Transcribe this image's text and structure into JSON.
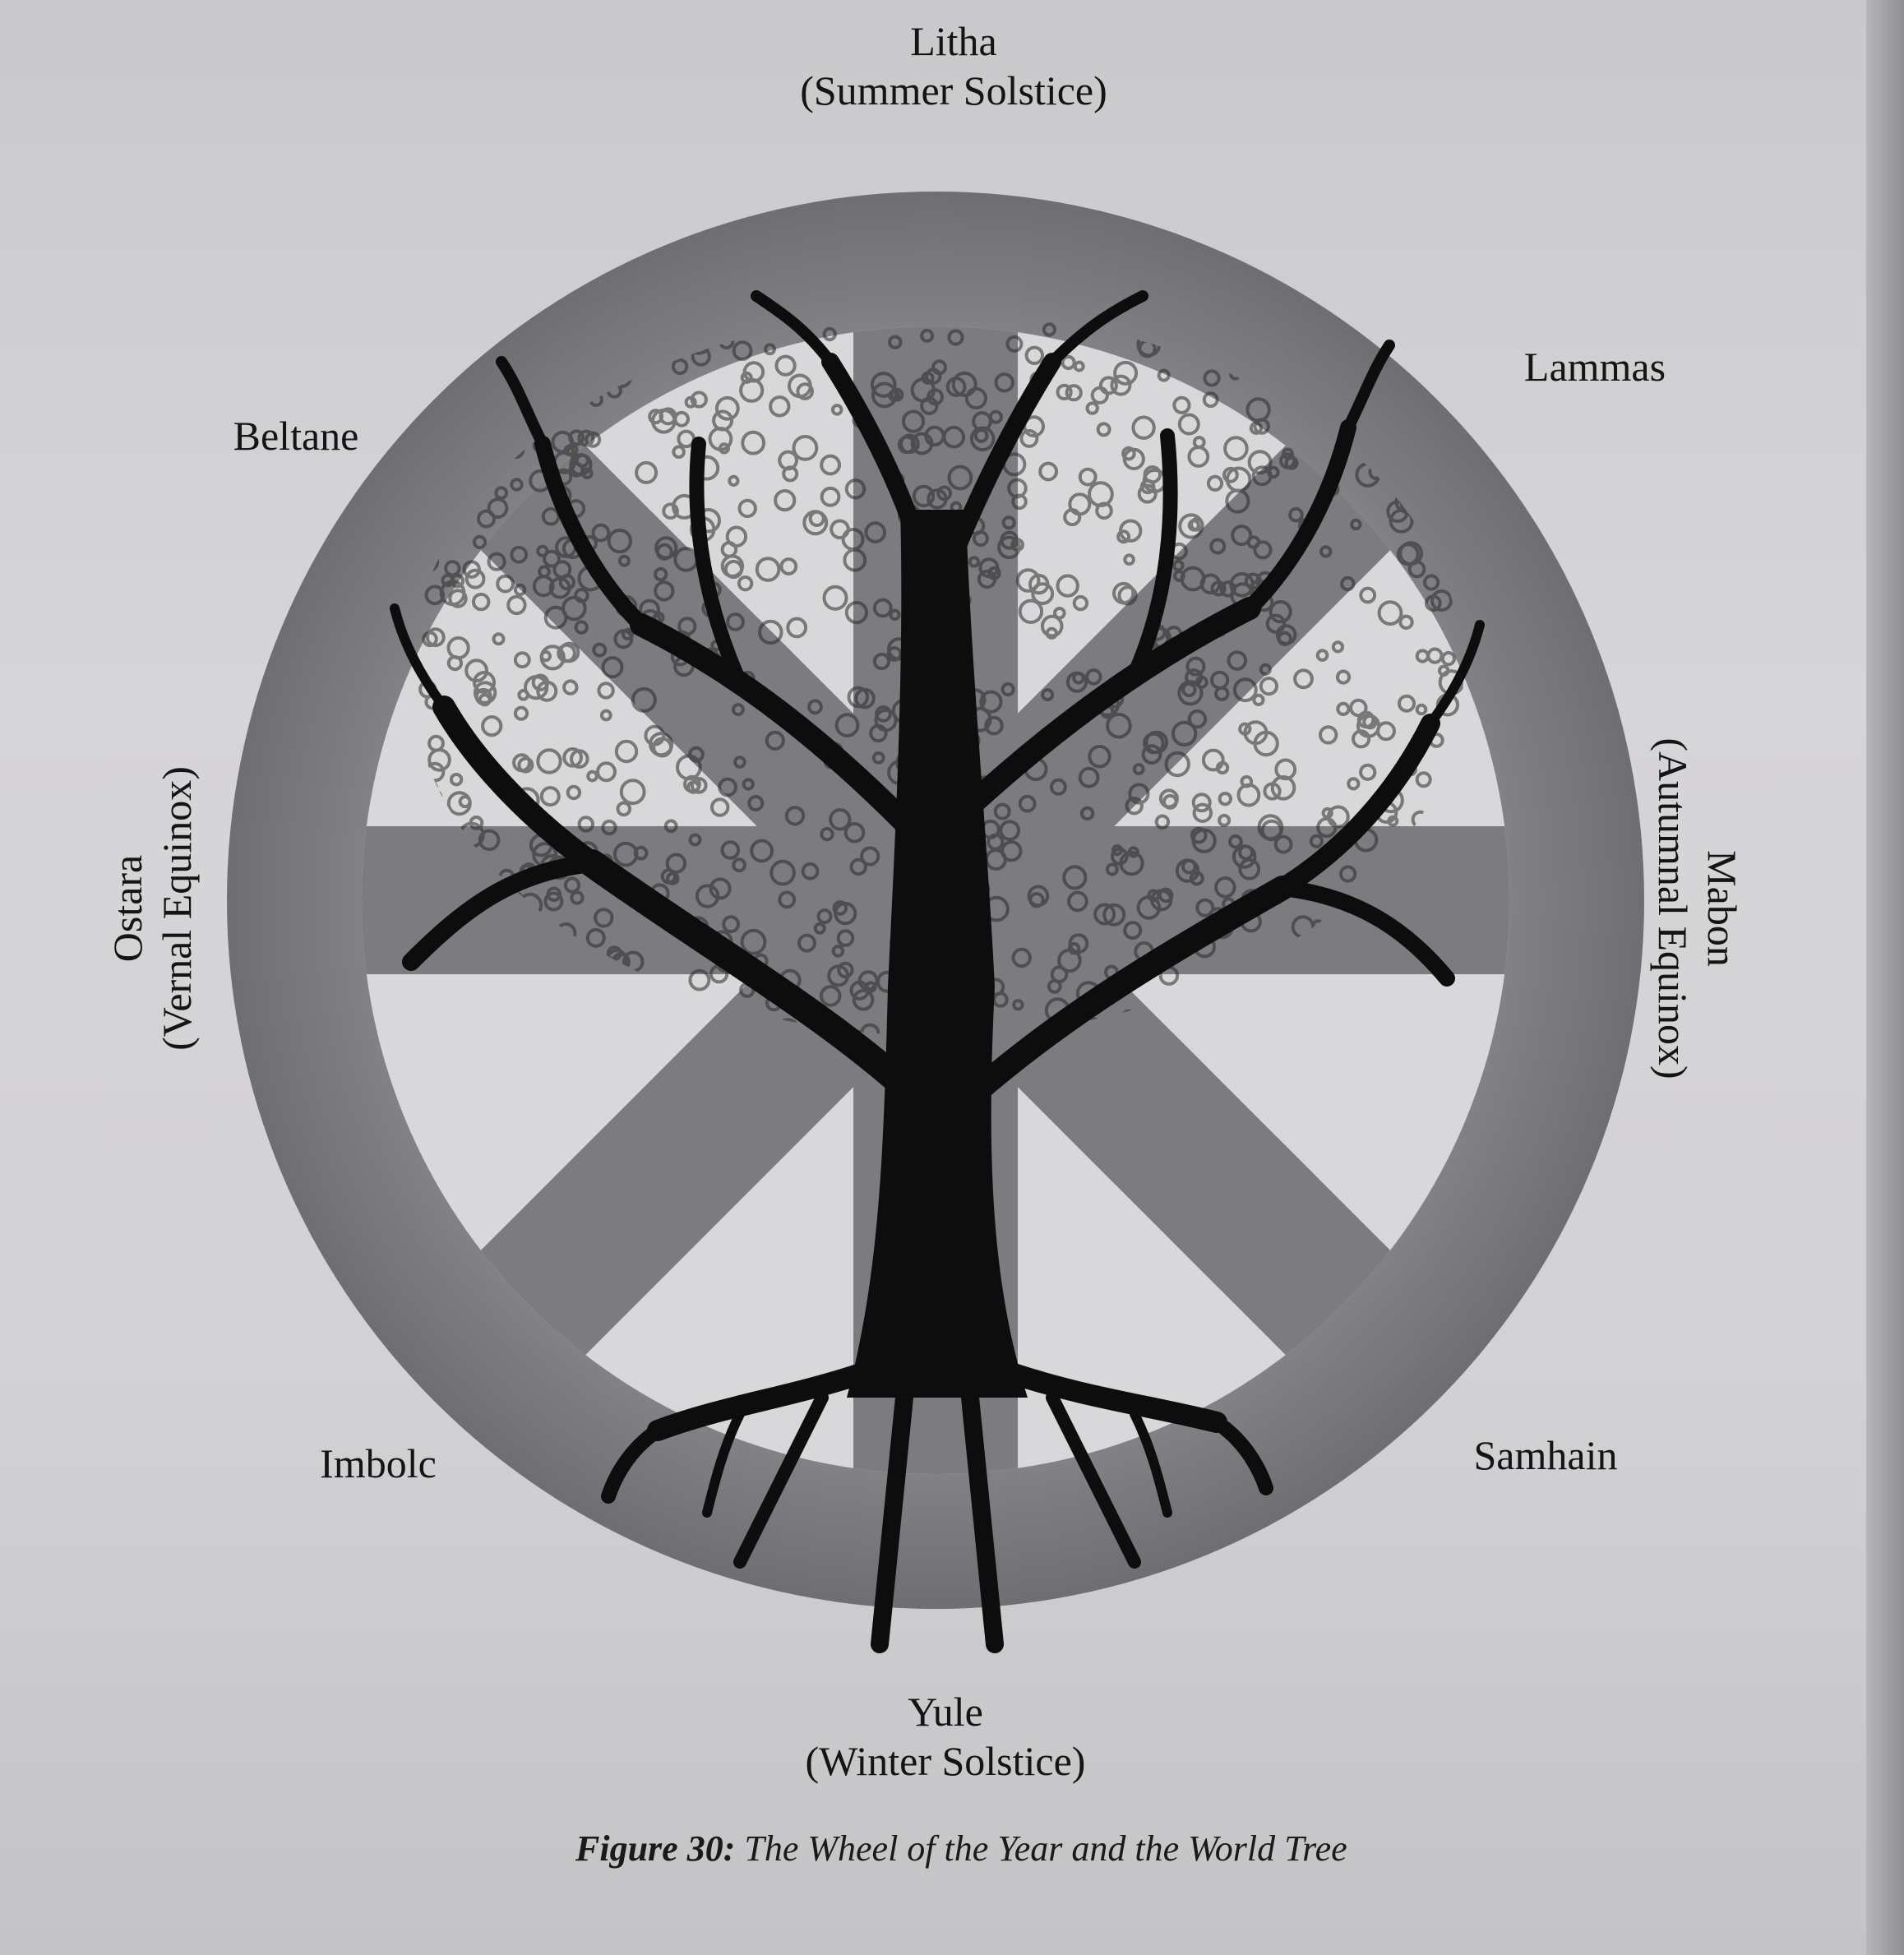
{
  "labels": {
    "litha": {
      "name": "Litha",
      "sub": "(Summer Solstice)"
    },
    "lammas": {
      "name": "Lammas"
    },
    "mabon": {
      "name": "Mabon",
      "sub": "(Autumnal Equinox)"
    },
    "samhain": {
      "name": "Samhain"
    },
    "yule": {
      "name": "Yule",
      "sub": "(Winter Solstice)"
    },
    "imbolc": {
      "name": "Imbolc"
    },
    "ostara": {
      "name": "Ostara",
      "sub": "(Vernal Equinox)"
    },
    "beltane": {
      "name": "Beltane"
    }
  },
  "caption": {
    "number": "Figure 30:",
    "text": "The Wheel of the Year and the World Tree"
  },
  "colors": {
    "wheel": "#727175",
    "wheel_inner": "#d6d6d8",
    "tree": "#0d0d0d",
    "foliage": "#2a2a2a"
  }
}
